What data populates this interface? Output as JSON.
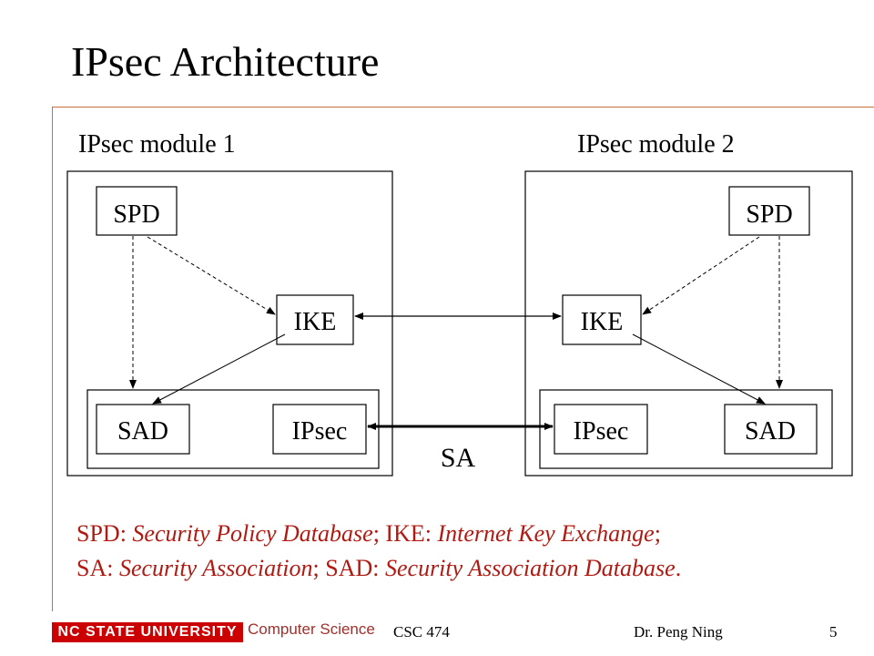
{
  "slide": {
    "title": "IPsec Architecture",
    "page_number": "5"
  },
  "diagram": {
    "module1": {
      "label": "IPsec module 1",
      "spd": "SPD",
      "ike": "IKE",
      "sad": "SAD",
      "ipsec": "IPsec"
    },
    "module2": {
      "label": "IPsec module 2",
      "spd": "SPD",
      "ike": "IKE",
      "sad": "SAD",
      "ipsec": "IPsec"
    },
    "sa_label": "SA"
  },
  "legend": {
    "line1": [
      {
        "text": "SPD: ",
        "italic": false
      },
      {
        "text": "Security Policy Database",
        "italic": true
      },
      {
        "text": "; IKE: ",
        "italic": false
      },
      {
        "text": "Internet Key Exchange",
        "italic": true
      },
      {
        "text": ";",
        "italic": false
      }
    ],
    "line2": [
      {
        "text": "SA: ",
        "italic": false
      },
      {
        "text": "Security Association",
        "italic": true
      },
      {
        "text": "; SAD: ",
        "italic": false
      },
      {
        "text": "Security Association Database",
        "italic": true
      },
      {
        "text": ".",
        "italic": false
      }
    ],
    "color": "#b01a12"
  },
  "footer": {
    "university": "NC STATE UNIVERSITY",
    "department": "Computer Science",
    "course": "CSC 474",
    "author": "Dr. Peng Ning",
    "brand_color": "#cc0000"
  }
}
